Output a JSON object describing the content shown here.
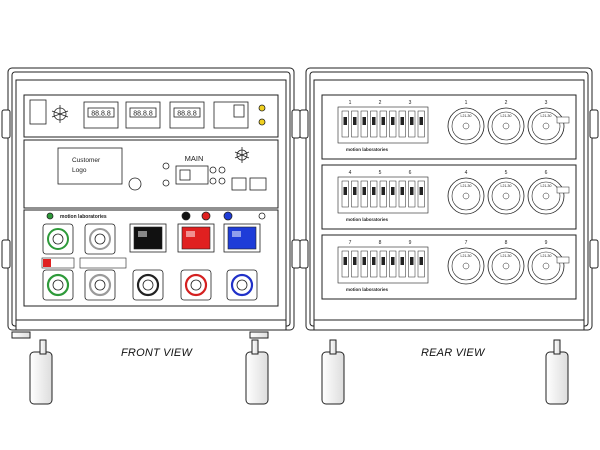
{
  "views": {
    "front_label": "FRONT VIEW",
    "rear_label": "REAR VIEW"
  },
  "front": {
    "customer_logo_line1": "Customer",
    "customer_logo_line2": "Logo",
    "main_label": "MAIN",
    "brand_text": "motion laboratories",
    "meters": [
      "88.8.8",
      "88.8.8",
      "88.8.8"
    ],
    "receptacle_colors": [
      "#2e9a3a",
      "#9a9a9a",
      "#222222",
      "#d42020",
      "#2030c8"
    ],
    "cam_block_colors": [
      "#111111",
      "#e02020",
      "#1e3cd8"
    ]
  },
  "rear": {
    "section_numbers": [
      [
        "1",
        "2",
        "3"
      ],
      [
        "4",
        "5",
        "6"
      ],
      [
        "7",
        "8",
        "9"
      ]
    ],
    "brand_text": "motion laboratories",
    "twistlock_label": "L21-30"
  },
  "colors": {
    "outline": "#222222",
    "green": "#2e9a3a",
    "red": "#e02020",
    "blue": "#1e3cd8"
  }
}
